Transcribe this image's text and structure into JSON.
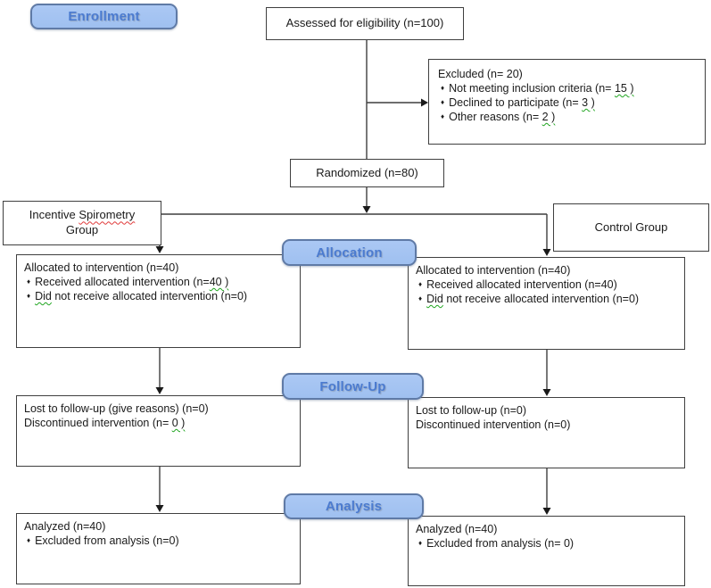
{
  "stages": {
    "enrollment": "Enrollment",
    "allocation": "Allocation",
    "followup": "Follow-Up",
    "analysis": "Analysis"
  },
  "assessed": {
    "text": "Assessed for eligibility (n=100)"
  },
  "excluded": {
    "title": "Excluded (n= 20)",
    "item1_pre": "Not meeting inclusion criteria (n= ",
    "item1_u": "15 )",
    "item2_pre": "Declined to participate (n= ",
    "item2_u": "3 )",
    "item3_pre": "Other reasons (n= ",
    "item3_u": "2 )"
  },
  "randomized": {
    "text": "Randomized (n=80)"
  },
  "group_left": {
    "line1_pre": "Incentive ",
    "line1_u": "Spirometry",
    "line2": "Group"
  },
  "group_right": {
    "text": "Control Group"
  },
  "alloc_left": {
    "title": "Allocated to intervention (n=40)",
    "item1_pre": "Received allocated intervention (n=",
    "item1_u": "40 )",
    "item2_u": "Did",
    "item2_post": " not receive allocated intervention (n=0)"
  },
  "alloc_right": {
    "title": "Allocated to intervention (n=40)",
    "item1": "Received allocated intervention (n=40)",
    "item2_u": "Did",
    "item2_post": " not receive allocated intervention (n=0)"
  },
  "fu_left": {
    "line1": "Lost to follow-up (give reasons) (n=0)",
    "line2_pre": "Discontinued intervention (n= ",
    "line2_u": "0 )"
  },
  "fu_right": {
    "line1": "Lost to follow-up (n=0)",
    "line2": "Discontinued intervention (n=0)"
  },
  "an_left": {
    "title": "Analyzed (n=40)",
    "item1": "Excluded from analysis (n=0)"
  },
  "an_right": {
    "title": "Analyzed (n=40)",
    "item1": "Excluded from analysis (n= 0)"
  },
  "icons": {
    "bullet": "♦"
  },
  "colors": {
    "label_fill": "#abc8f4",
    "label_fill2": "#9fc0f0",
    "label_border": "#5f7aa6",
    "label_text": "#4b7bd0",
    "box_border": "#3f3f3f",
    "grammar_underline": "#1fa51f",
    "spell_underline": "#e03a3a"
  }
}
